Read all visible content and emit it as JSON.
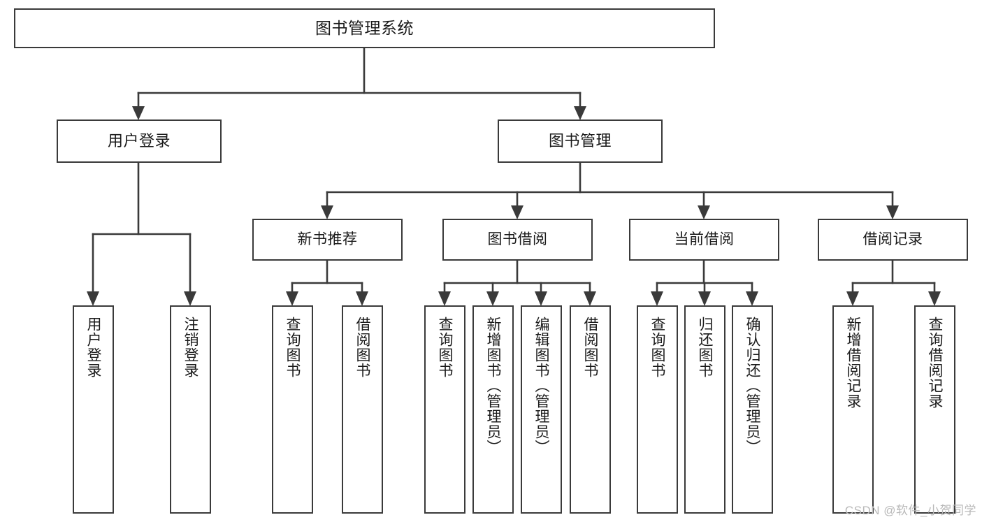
{
  "diagram": {
    "type": "tree-hierarchy-chart",
    "title": "图书管理系统",
    "stroke_color": "#3a3a3a",
    "background_color": "#ffffff",
    "text_color": "#1a1a1a",
    "root": {
      "label": "图书管理系统"
    },
    "level1": [
      {
        "label": "用户登录"
      },
      {
        "label": "图书管理"
      }
    ],
    "level2": [
      {
        "label": "新书推荐"
      },
      {
        "label": "图书借阅"
      },
      {
        "label": "当前借阅"
      },
      {
        "label": "借阅记录"
      }
    ],
    "leaves": {
      "user_login": [
        {
          "label": "用户登录"
        },
        {
          "label": "注销登录"
        }
      ],
      "new_book_recommend": [
        {
          "label": "查询图书"
        },
        {
          "label": "借阅图书"
        }
      ],
      "book_borrow": [
        {
          "label": "查询图书"
        },
        {
          "label": "新增图书（管理员）"
        },
        {
          "label": "编辑图书（管理员）"
        },
        {
          "label": "借阅图书"
        }
      ],
      "current_borrow": [
        {
          "label": "查询图书"
        },
        {
          "label": "归还图书"
        },
        {
          "label": "确认归还（管理员）"
        }
      ],
      "borrow_record": [
        {
          "label": "新增借阅记录"
        },
        {
          "label": "查询借阅记录"
        }
      ]
    }
  },
  "watermark": {
    "text": "CSDN @软件_小贺同学"
  }
}
